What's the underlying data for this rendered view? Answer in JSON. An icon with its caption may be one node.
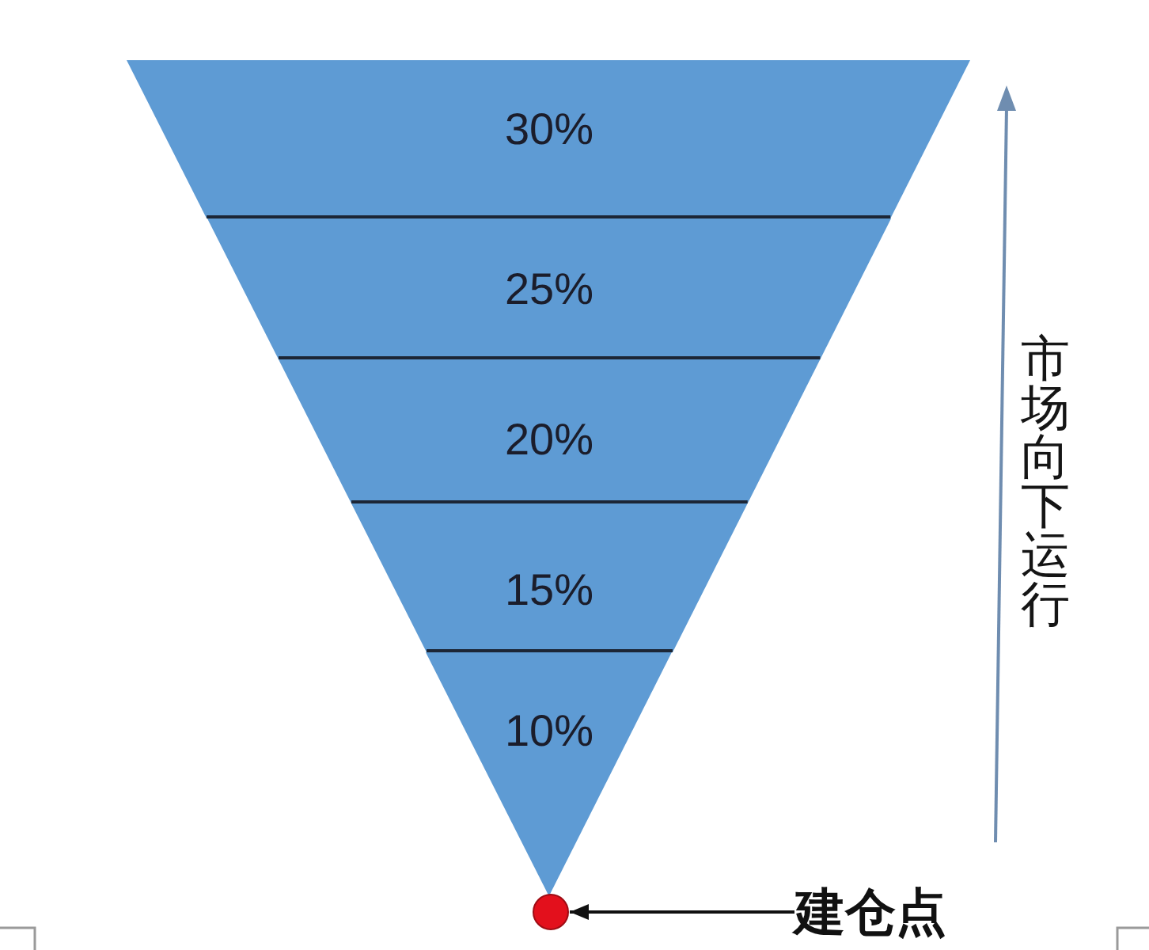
{
  "diagram": {
    "nodes": [
      {
        "text": [
          "30%"
        ]
      },
      {
        "text": [
          "25%"
        ]
      },
      {
        "text": [
          "20%"
        ]
      },
      {
        "text": [
          "15%"
        ]
      },
      {
        "text": [
          "10%"
        ]
      },
      {
        "text": [],
        "shape": "circle"
      },
      {
        "text": [
          "建仓点"
        ]
      }
    ],
    "edges": [
      {
        "from": 6,
        "to": 5,
        "arrow": "to"
      }
    ],
    "labels": [
      "市场向下运行"
    ]
  }
}
